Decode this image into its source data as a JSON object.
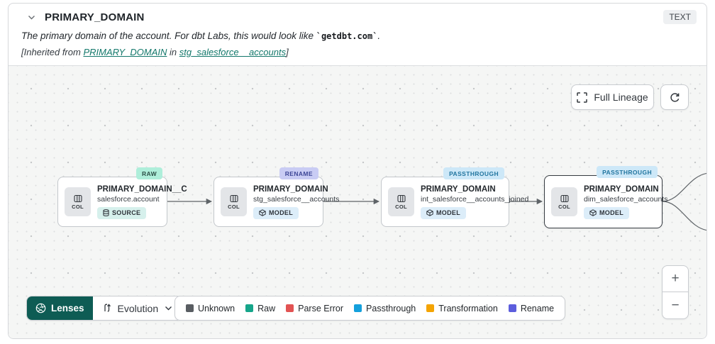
{
  "header": {
    "title": "PRIMARY_DOMAIN",
    "type_badge": "TEXT",
    "description_prefix": "The primary domain of the account. For dbt Labs, this would look like ",
    "description_code": "`getdbt.com`",
    "description_suffix": ".",
    "inherited": {
      "prefix": "[Inherited from ",
      "column_link": "PRIMARY_DOMAIN",
      "middle": " in ",
      "model_link": "stg_salesforce__accounts",
      "suffix": "]"
    }
  },
  "canvas": {
    "full_lineage_label": "Full Lineage",
    "zoom_in": "+",
    "zoom_out": "−",
    "nodes": [
      {
        "state": "RAW",
        "title": "PRIMARY_DOMAIN__C",
        "subtitle": "salesforce.account",
        "resource": "SOURCE",
        "col_label": "COL"
      },
      {
        "state": "RENAME",
        "title": "PRIMARY_DOMAIN",
        "subtitle": "stg_salesforce__accounts",
        "resource": "MODEL",
        "col_label": "COL"
      },
      {
        "state": "PASSTHROUGH",
        "title": "PRIMARY_DOMAIN",
        "subtitle": "int_salesforce__accounts_joined",
        "resource": "MODEL",
        "col_label": "COL"
      },
      {
        "state": "PASSTHROUGH",
        "title": "PRIMARY_DOMAIN",
        "subtitle": "dim_salesforce_accounts",
        "resource": "MODEL",
        "col_label": "COL"
      }
    ]
  },
  "toolbar": {
    "lenses_label": "Lenses",
    "lens_selected": "Evolution"
  },
  "legend": {
    "items": [
      {
        "label": "Unknown",
        "color": "#595d62"
      },
      {
        "label": "Raw",
        "color": "#16a58a"
      },
      {
        "label": "Parse Error",
        "color": "#e25353"
      },
      {
        "label": "Passthrough",
        "color": "#14a0dc"
      },
      {
        "label": "Transformation",
        "color": "#f4a403"
      },
      {
        "label": "Rename",
        "color": "#5c5ddd"
      }
    ]
  },
  "colors": {
    "lenses_button": "#0e5c54",
    "link_teal": "#12776a",
    "raw_badge_bg": "#aeeeda",
    "rename_badge_bg": "#c9ccf4",
    "passthrough_badge_bg": "#cde8f8"
  }
}
